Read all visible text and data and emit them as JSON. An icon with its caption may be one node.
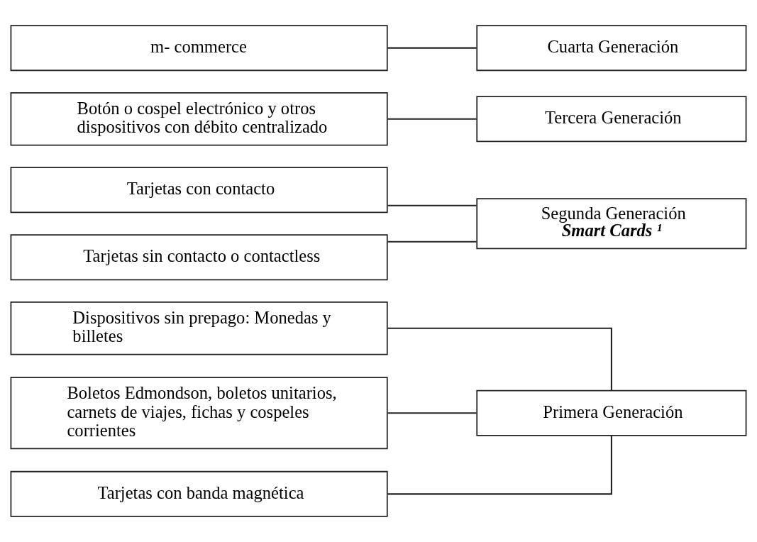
{
  "diagram": {
    "nodes": [
      {
        "text": [
          "Dispositivos sin prepago: Monedas y billetes"
        ]
      },
      {
        "text": [
          "Boletos Edmondson, boletos unitarios, carnets de viajes, fichas y cospeles corrientes"
        ]
      },
      {
        "text": [
          "Tarjetas con banda magnética"
        ]
      },
      {
        "text": [
          "Primera Generación"
        ]
      },
      {
        "text": [
          "Tarjetas con contacto"
        ]
      },
      {
        "text": [
          "Tarjetas sin contacto o contactless"
        ]
      },
      {
        "text": [
          "Segunda Generación",
          "Smart Cards ¹"
        ]
      },
      {
        "text": [
          "Botón o cospel electrónico y otros dispositivos con débito centralizado"
        ]
      },
      {
        "text": [
          "Tercera Generación"
        ]
      },
      {
        "text": [
          "m- commerce"
        ]
      },
      {
        "text": [
          "Cuarta Generación"
        ]
      }
    ],
    "edges": [
      {
        "from": 0,
        "to": 3,
        "arrow": "none"
      },
      {
        "from": 1,
        "to": 3,
        "arrow": "none"
      },
      {
        "from": 2,
        "to": 3,
        "arrow": "none"
      },
      {
        "from": 4,
        "to": 6,
        "arrow": "none"
      },
      {
        "from": 5,
        "to": 6,
        "arrow": "none"
      },
      {
        "from": 7,
        "to": 8,
        "arrow": "none"
      },
      {
        "from": 9,
        "to": 10,
        "arrow": "none"
      }
    ]
  }
}
